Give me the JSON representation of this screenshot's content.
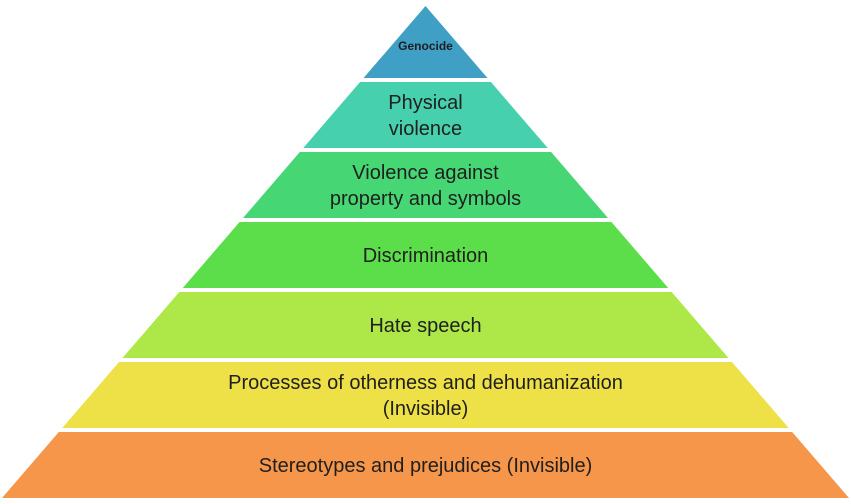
{
  "levels": [
    {
      "id": "genocide",
      "lines": [
        "Genocide"
      ],
      "color": "#3f9fc4",
      "bold": true
    },
    {
      "id": "physical-violence",
      "lines": [
        "Physical",
        "violence"
      ],
      "color": "#47d0ad",
      "bold": false
    },
    {
      "id": "violence-against-property",
      "lines": [
        "Violence against",
        "property and symbols"
      ],
      "color": "#46d774",
      "bold": false
    },
    {
      "id": "discrimination",
      "lines": [
        "Discrimination"
      ],
      "color": "#5cde4a",
      "bold": false
    },
    {
      "id": "hate-speech",
      "lines": [
        "Hate speech"
      ],
      "color": "#ade848",
      "bold": false
    },
    {
      "id": "otherness-dehumanization",
      "lines": [
        "Processes of otherness and dehumanization",
        "(Invisible)"
      ],
      "color": "#eee047",
      "bold": false
    },
    {
      "id": "stereotypes-prejudices",
      "lines": [
        "Stereotypes and prejudices (Invisible)"
      ],
      "color": "#f5964a",
      "bold": false
    }
  ]
}
